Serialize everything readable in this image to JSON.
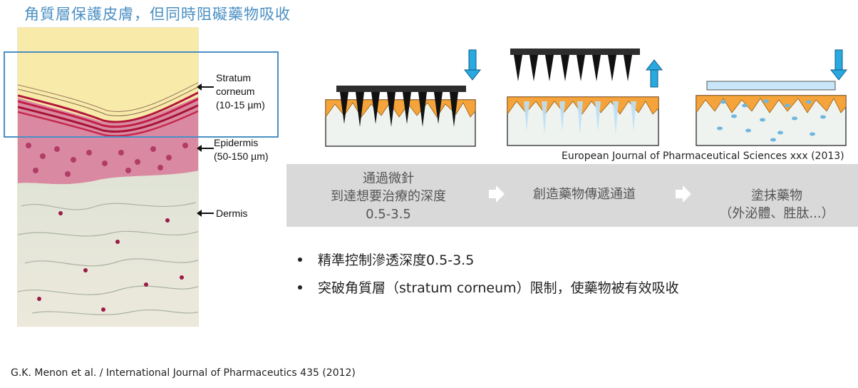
{
  "title": "角質層保護皮膚，但同時阻礙藥物吸收",
  "histology": {
    "labels": {
      "stratum_corneum": [
        "Stratum",
        "corneum",
        "(10-15 µm)"
      ],
      "epidermis": [
        "Epidermis",
        "(50-150 µm)"
      ],
      "dermis": "Dermis"
    }
  },
  "diagram_source": "European Journal of Pharmaceutical Sciences xxx (2013)",
  "process_band": {
    "step1": [
      "通過微針",
      "到達想要治療的深度",
      "0.5-3.5"
    ],
    "step2": "創造藥物傳遞通道",
    "step3": [
      "塗抹藥物",
      "（外泌體、胜肽...）"
    ]
  },
  "bullets": [
    "精準控制滲透深度0.5-3.5",
    "突破角質層（stratum corneum）限制，使藥物被有效吸收"
  ],
  "citation": "G.K. Menon et al. / International Journal of Pharmaceutics 435 (2012)",
  "colors": {
    "title": "#4a8fc3",
    "box": "#4a8fc3",
    "skin_orange": "#f4a43a",
    "arrow_blue": "#29a9e0",
    "band": "#d9d9d9"
  }
}
